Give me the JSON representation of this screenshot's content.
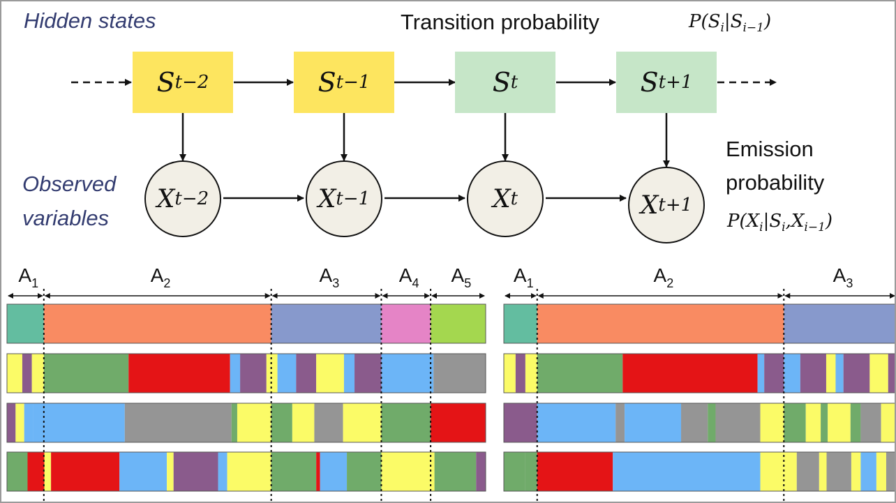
{
  "labels": {
    "hidden_states": "Hidden states",
    "observed_line1": "Observed",
    "observed_line2": "variables",
    "transition": "Transition probability",
    "emission_line1": "Emission",
    "emission_line2": "probability"
  },
  "formulas": {
    "transition": {
      "p": "P(",
      "var": "S",
      "sub1": "i",
      "bar": "|",
      "var2": "S",
      "sub2": "i−1",
      "close": ")"
    },
    "emission": {
      "p": "P(",
      "var": "X",
      "sub1": "i",
      "bar": "|",
      "var2": "S",
      "sub2": "i",
      "comma": ",",
      "var3": "X",
      "sub3": "i−1",
      "close": ")"
    }
  },
  "colors": {
    "past_state": "#fde55f",
    "future_state": "#c6e6c8",
    "teal": "#63bda0",
    "orange": "#f98b62",
    "blue_grey": "#8799cc",
    "pink": "#e584c6",
    "lime": "#a4d74f",
    "yellow": "#fbfb67",
    "purple": "#8a5b8c",
    "light_blue": "#6cb5f7",
    "green": "#70ab6a",
    "red": "#e41416",
    "grey": "#959595"
  },
  "states": [
    {
      "var": "S",
      "sub": "t−2",
      "kind": "past"
    },
    {
      "var": "S",
      "sub": "t−1",
      "kind": "past"
    },
    {
      "var": "S",
      "sub": "t",
      "kind": "future"
    },
    {
      "var": "S",
      "sub": "t+1",
      "kind": "future"
    }
  ],
  "observations": [
    {
      "var": "X",
      "sub": "t−2"
    },
    {
      "var": "X",
      "sub": "t−1"
    },
    {
      "var": "X",
      "sub": "t"
    },
    {
      "var": "X",
      "sub": "t+1"
    }
  ],
  "panels": [
    {
      "segments": [
        {
          "label": "A",
          "sub": "1",
          "start": 0.0,
          "end": 0.077
        },
        {
          "label": "A",
          "sub": "2",
          "start": 0.077,
          "end": 0.552
        },
        {
          "label": "A",
          "sub": "3",
          "start": 0.552,
          "end": 0.782
        },
        {
          "label": "A",
          "sub": "4",
          "start": 0.782,
          "end": 0.885
        },
        {
          "label": "A",
          "sub": "5",
          "start": 0.885,
          "end": 1.0
        }
      ],
      "rows": [
        [
          [
            "teal",
            0.0,
            0.077
          ],
          [
            "orange",
            0.077,
            0.552
          ],
          [
            "blue_grey",
            0.552,
            0.782
          ],
          [
            "pink",
            0.782,
            0.885
          ],
          [
            "lime",
            0.885,
            1.0
          ]
        ],
        [
          [
            "yellow",
            0.0,
            0.032
          ],
          [
            "purple",
            0.032,
            0.052
          ],
          [
            "yellow",
            0.052,
            0.077
          ],
          [
            "green",
            0.077,
            0.254
          ],
          [
            "red",
            0.254,
            0.466
          ],
          [
            "light_blue",
            0.466,
            0.487
          ],
          [
            "purple",
            0.487,
            0.542
          ],
          [
            "yellow",
            0.542,
            0.565
          ],
          [
            "light_blue",
            0.565,
            0.604
          ],
          [
            "purple",
            0.604,
            0.646
          ],
          [
            "yellow",
            0.646,
            0.704
          ],
          [
            "light_blue",
            0.704,
            0.726
          ],
          [
            "purple",
            0.726,
            0.782
          ],
          [
            "light_blue",
            0.782,
            0.891
          ],
          [
            "grey",
            0.891,
            1.0
          ]
        ],
        [
          [
            "purple",
            0.0,
            0.018
          ],
          [
            "yellow",
            0.018,
            0.036
          ],
          [
            "light_blue",
            0.036,
            0.054
          ],
          [
            "light_blue",
            0.054,
            0.246
          ],
          [
            "grey",
            0.246,
            0.469
          ],
          [
            "green",
            0.469,
            0.481
          ],
          [
            "yellow",
            0.481,
            0.552
          ],
          [
            "green",
            0.552,
            0.596
          ],
          [
            "yellow",
            0.596,
            0.642
          ],
          [
            "grey",
            0.642,
            0.702
          ],
          [
            "yellow",
            0.702,
            0.782
          ],
          [
            "green",
            0.782,
            0.885
          ],
          [
            "red",
            0.885,
            1.0
          ]
        ],
        [
          [
            "green",
            0.0,
            0.043
          ],
          [
            "red",
            0.043,
            0.078
          ],
          [
            "yellow",
            0.078,
            0.092
          ],
          [
            "red",
            0.092,
            0.235
          ],
          [
            "light_blue",
            0.235,
            0.334
          ],
          [
            "yellow",
            0.334,
            0.348
          ],
          [
            "purple",
            0.348,
            0.441
          ],
          [
            "light_blue",
            0.441,
            0.46
          ],
          [
            "yellow",
            0.46,
            0.552
          ],
          [
            "green",
            0.552,
            0.646
          ],
          [
            "red",
            0.646,
            0.654
          ],
          [
            "light_blue",
            0.654,
            0.71
          ],
          [
            "green",
            0.71,
            0.782
          ],
          [
            "yellow",
            0.782,
            0.893
          ],
          [
            "green",
            0.893,
            0.98
          ],
          [
            "purple",
            0.98,
            1.0
          ]
        ]
      ]
    },
    {
      "segments": [
        {
          "label": "A",
          "sub": "1",
          "start": 0.0,
          "end": 0.085
        },
        {
          "label": "A",
          "sub": "2",
          "start": 0.085,
          "end": 0.714
        },
        {
          "label": "A",
          "sub": "3",
          "start": 0.714,
          "end": 1.0
        }
      ],
      "rows": [
        [
          [
            "teal",
            0.0,
            0.085
          ],
          [
            "orange",
            0.085,
            0.714
          ],
          [
            "blue_grey",
            0.714,
            1.0
          ]
        ],
        [
          [
            "yellow",
            0.0,
            0.03
          ],
          [
            "purple",
            0.03,
            0.055
          ],
          [
            "yellow",
            0.055,
            0.085
          ],
          [
            "green",
            0.085,
            0.303
          ],
          [
            "red",
            0.303,
            0.647
          ],
          [
            "light_blue",
            0.647,
            0.664
          ],
          [
            "purple",
            0.664,
            0.714
          ],
          [
            "light_blue",
            0.714,
            0.756
          ],
          [
            "purple",
            0.756,
            0.822
          ],
          [
            "yellow",
            0.822,
            0.846
          ],
          [
            "light_blue",
            0.846,
            0.866
          ],
          [
            "purple",
            0.866,
            0.933
          ],
          [
            "yellow",
            0.933,
            0.98
          ],
          [
            "purple",
            0.98,
            1.0
          ]
        ],
        [
          [
            "purple",
            0.0,
            0.085
          ],
          [
            "light_blue",
            0.085,
            0.285
          ],
          [
            "grey",
            0.285,
            0.308
          ],
          [
            "light_blue",
            0.308,
            0.452
          ],
          [
            "grey",
            0.452,
            0.52
          ],
          [
            "green",
            0.52,
            0.54
          ],
          [
            "grey",
            0.54,
            0.654
          ],
          [
            "yellow",
            0.654,
            0.714
          ],
          [
            "green",
            0.714,
            0.77
          ],
          [
            "yellow",
            0.77,
            0.808
          ],
          [
            "green",
            0.808,
            0.826
          ],
          [
            "yellow",
            0.826,
            0.884
          ],
          [
            "green",
            0.884,
            0.91
          ],
          [
            "grey",
            0.91,
            0.962
          ],
          [
            "yellow",
            0.962,
            1.0
          ]
        ],
        [
          [
            "green",
            0.0,
            0.055
          ],
          [
            "green",
            0.055,
            0.085
          ],
          [
            "red",
            0.085,
            0.278
          ],
          [
            "light_blue",
            0.278,
            0.654
          ],
          [
            "yellow",
            0.654,
            0.714
          ],
          [
            "yellow",
            0.714,
            0.747
          ],
          [
            "grey",
            0.747,
            0.804
          ],
          [
            "yellow",
            0.804,
            0.823
          ],
          [
            "grey",
            0.823,
            0.886
          ],
          [
            "yellow",
            0.886,
            0.91
          ],
          [
            "light_blue",
            0.91,
            0.95
          ],
          [
            "yellow",
            0.95,
            0.975
          ],
          [
            "grey",
            0.975,
            1.0
          ]
        ]
      ]
    }
  ]
}
